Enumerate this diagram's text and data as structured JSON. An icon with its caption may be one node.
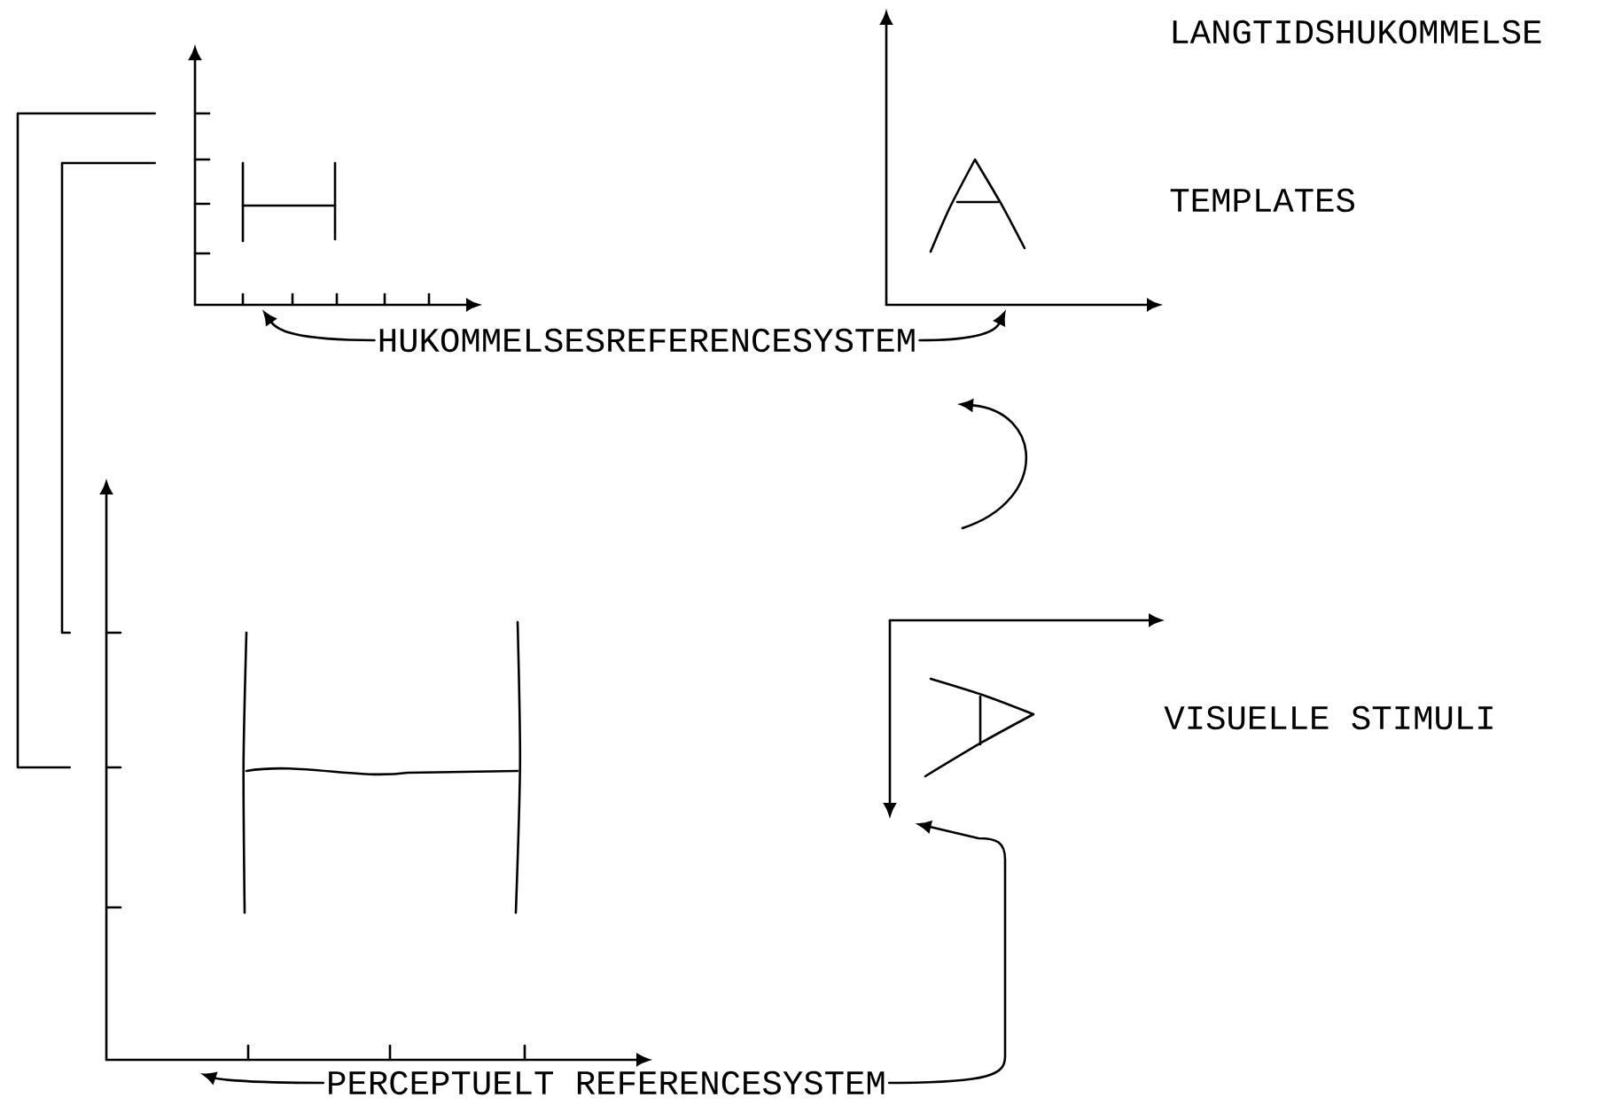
{
  "diagram": {
    "nodes": [
      {
        "text": [],
        "shape": "picture"
      },
      {
        "text": [],
        "shape": "picture",
        "beside": [
          "LANGTIDSHUKOMMELSE",
          "TEMPLATES"
        ]
      },
      {
        "text": [],
        "shape": "picture"
      },
      {
        "text": [],
        "shape": "picture",
        "beside": [
          "VISUELLE STIMULI"
        ]
      },
      {
        "text": [
          "HUKOMMELSESREFERENCESYSTEM"
        ]
      },
      {
        "text": [
          "PERCEPTUELT REFERENCESYSTEM"
        ]
      }
    ],
    "edges": [
      {
        "from": 4,
        "to": 0,
        "arrow": "to"
      },
      {
        "from": 4,
        "to": 1,
        "arrow": "to"
      },
      {
        "from": 5,
        "to": 2,
        "arrow": "to"
      },
      {
        "from": 5,
        "to": 3,
        "arrow": "to"
      },
      {
        "from": 0,
        "to": 2,
        "arrow": "none"
      },
      {
        "from": 0,
        "to": 2,
        "arrow": "none"
      }
    ]
  }
}
